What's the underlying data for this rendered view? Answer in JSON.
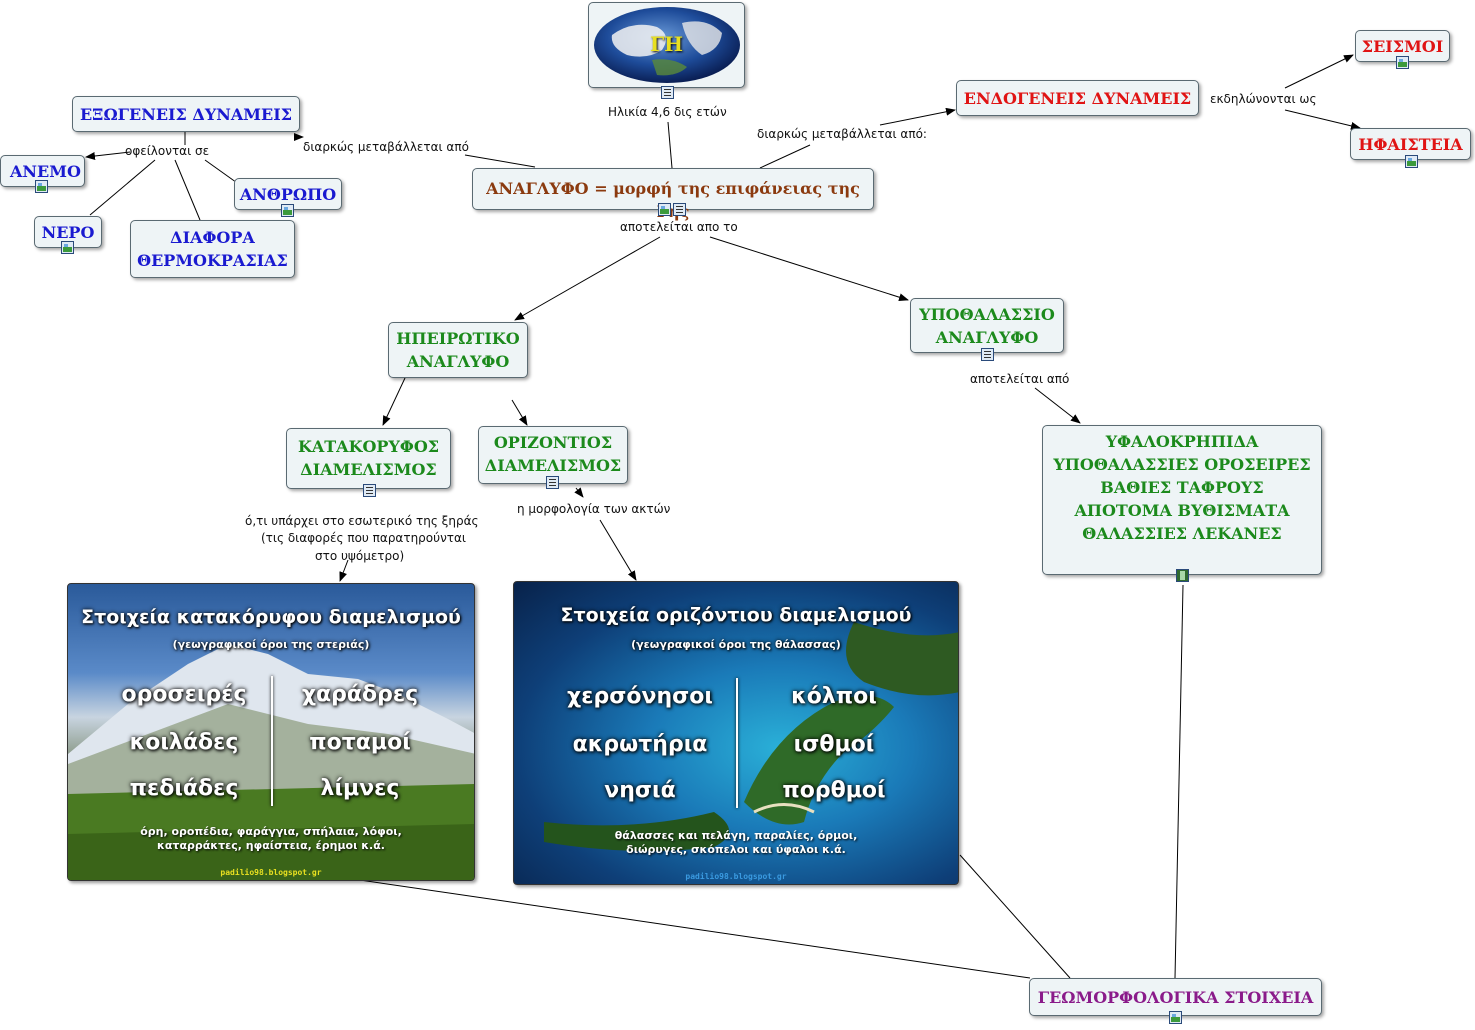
{
  "nodes": {
    "gi": "ΓΗ",
    "eksogeneis": "ΕΞΩΓΕΝΕΙΣ ΔΥΝΑΜΕΙΣ",
    "anemo": "ΑΝΕΜΟ",
    "nero": "ΝΕΡΟ",
    "anthropo": "ΑΝΘΡΩΠΟ",
    "thermokrasia_1": "ΔΙΑΦΟΡΑ",
    "thermokrasia_2": "ΘΕΡΜΟΚΡΑΣΙΑΣ",
    "anaglyfo": "ΑΝΑΓΛΥΦΟ = μορφή της επιφάνειας της Γης",
    "endogeneis": "ΕΝΔΟΓΕΝΕΙΣ ΔΥΝΑΜΕΙΣ",
    "seismoi": "ΣΕΙΣΜΟΙ",
    "ifaisteia": "ΗΦΑΙΣΤΕΙΑ",
    "ipeirotiko_1": "ΗΠΕΙΡΩΤΙΚΟ",
    "ipeirotiko_2": "ΑΝΑΓΛΥΦΟ",
    "ypothalassio_1": "ΥΠΟΘΑΛΑΣΣΙΟ",
    "ypothalassio_2": "ΑΝΑΓΛΥΦΟ",
    "katakoryfos_1": "ΚΑΤΑΚΟΡΥΦΟΣ",
    "katakoryfos_2": "ΔΙΑΜΕΛΙΣΜΟΣ",
    "orizontios_1": "ΟΡΙΖΟΝΤΙΟΣ",
    "orizontios_2": "ΔΙΑΜΕΛΙΣΜΟΣ",
    "yfalokripida": [
      "ΥΦΑΛΟΚΡΗΠΙΔΑ",
      "ΥΠΟΘΑΛΑΣΣΙΕΣ ΟΡΟΣΕΙΡΕΣ",
      "ΒΑΘΙΕΣ ΤΑΦΡΟΥΣ",
      "ΑΠΟΤΟΜΑ ΒΥΘΙΣΜΑΤΑ",
      "ΘΑΛΑΣΣΙΕΣ ΛΕΚΑΝΕΣ"
    ],
    "geomorfologika": "ΓΕΩΜΟΡΦΟΛΟΓΙΚΑ ΣΤΟΙΧΕΙΑ"
  },
  "labels": {
    "ilikia": "Ηλικία 4,6 δις ετών",
    "ofeilontai": "οφείλονται σε",
    "diarkos_1": "διαρκώς μεταβάλλεται από",
    "diarkos_2": "διαρκώς μεταβάλλεται από:",
    "ekdilonontai": "εκδηλώνονται ως",
    "apoteleitai_to": "αποτελείται απο το",
    "apoteleitai_apo": "αποτελείται από",
    "oti_1": "ό,τι υπάρχει στο εσωτερικό της ξηράς",
    "oti_2": "(τις διαφορές που παρατηρούνται",
    "oti_3": "στο υψόμετρο)",
    "morfologia": "η μορφολογία των ακτών"
  },
  "photo_left": {
    "title": "Στοιχεία κατακόρυφου διαμελισμού",
    "subtitle": "(γεωγραφικοί όροι της στεριάς)",
    "words_left": [
      "οροσειρές",
      "κοιλάδες",
      "πεδιάδες"
    ],
    "words_right": [
      "χαράδρες",
      "ποταμοί",
      "λίμνες"
    ],
    "note_1": "όρη, οροπέδια, φαράγγια, σπήλαια, λόφοι,",
    "note_2": "καταρράκτες, ηφαίστεια, έρημοι κ.ά.",
    "credit": "padilio98.blogspot.gr"
  },
  "photo_right": {
    "title": "Στοιχεία οριζόντιου διαμελισμού",
    "subtitle": "(γεωγραφικοί όροι της θάλασσας)",
    "words_left": [
      "χερσόνησοι",
      "ακρωτήρια",
      "νησιά"
    ],
    "words_right": [
      "κόλποι",
      "ισθμοί",
      "πορθμοί"
    ],
    "note_1": "θάλασσες και πελάγη, παραλίες, όρμοι,",
    "note_2": "διώρυγες, σκόπελοι και ύφαλοι κ.ά.",
    "credit": "padilio98.blogspot.gr"
  },
  "colors": {
    "blue": "#1a1ad0",
    "red": "#e01414",
    "green": "#1c8a1c",
    "brown": "#8b3a0f",
    "purple": "#8a1a8a",
    "gi_text": "#e8e020"
  }
}
